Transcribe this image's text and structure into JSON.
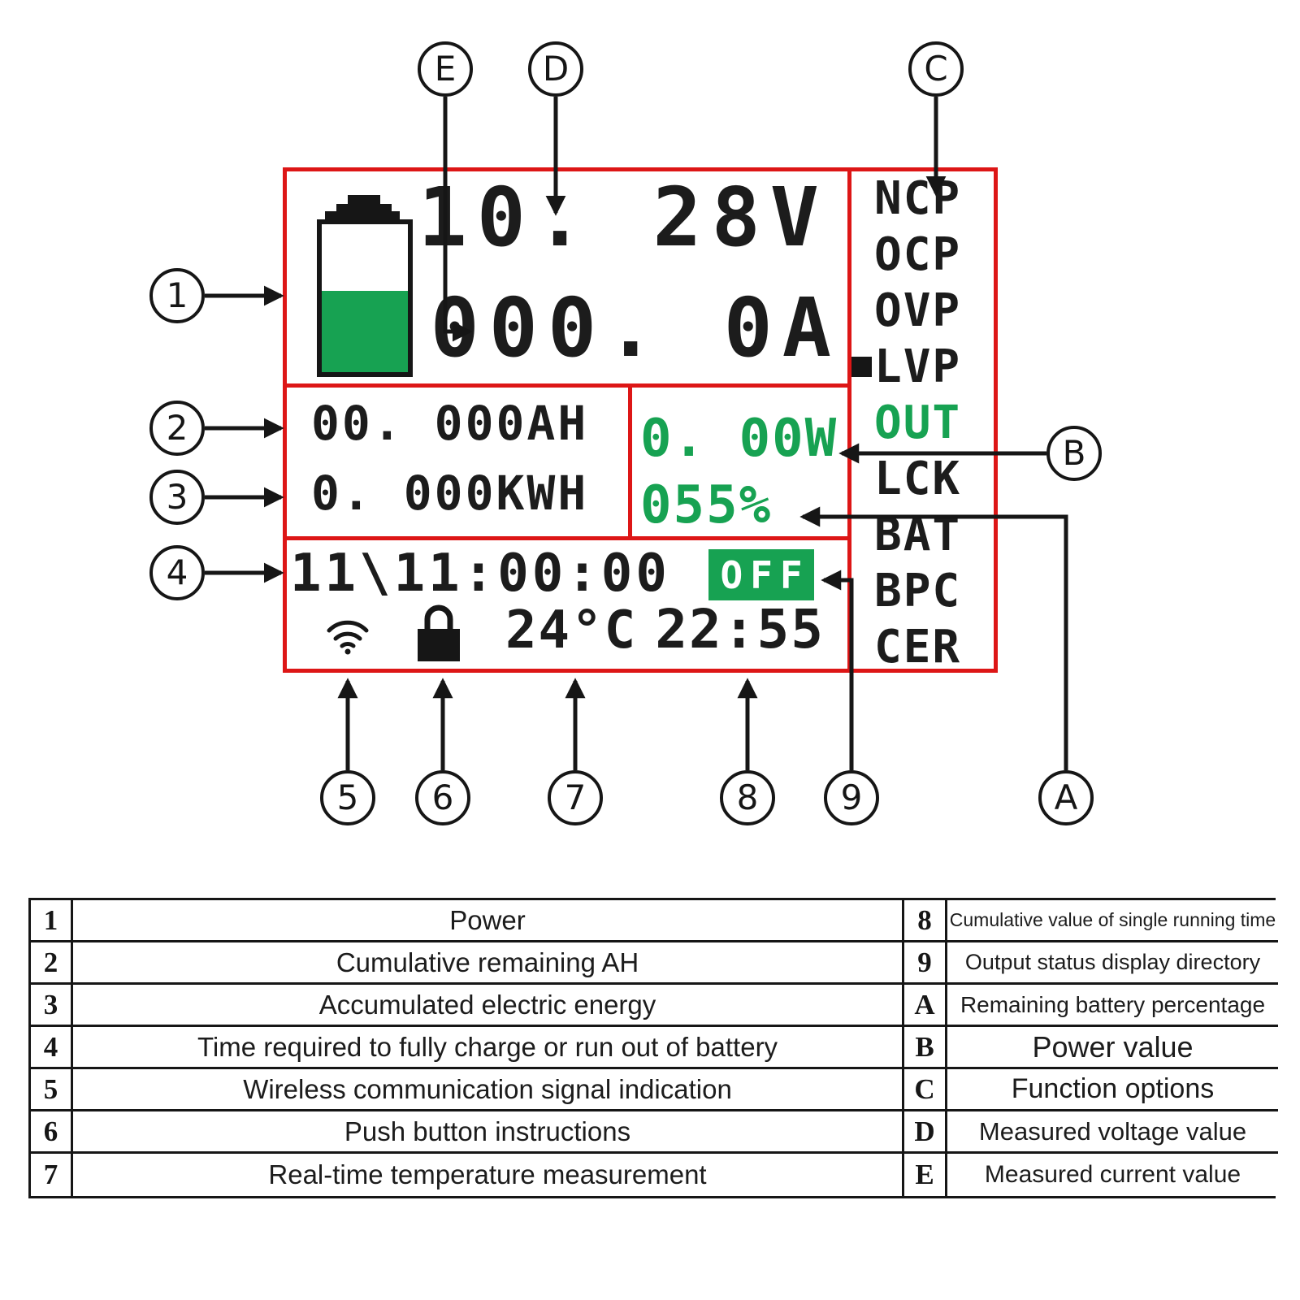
{
  "display": {
    "voltage": "10. 28V",
    "current": "000. 0A",
    "amp_hours": "00. 000AH",
    "energy": "0. 000KWH",
    "power": "0. 00W",
    "battery_percent": "055%",
    "battery_level": 55,
    "runtime": "11\\11:00:00",
    "output_state": "OFF",
    "temperature": "24°C",
    "clock": "22:55",
    "function_options": [
      "NCP",
      "OCP",
      "OVP",
      "LVP",
      "OUT",
      "LCK",
      "BAT",
      "BPC",
      "CER"
    ],
    "marked_option": "LVP",
    "active_option": "OUT",
    "icons": [
      "battery-icon",
      "wifi-icon",
      "lock-icon"
    ]
  },
  "callouts": {
    "n1": "1",
    "n2": "2",
    "n3": "3",
    "n4": "4",
    "n5": "5",
    "n6": "6",
    "n7": "7",
    "n8": "8",
    "n9": "9",
    "a": "A",
    "b": "B",
    "c": "C",
    "d": "D",
    "e": "E"
  },
  "legend": {
    "left": [
      {
        "key": "1",
        "desc": "Power"
      },
      {
        "key": "2",
        "desc": "Cumulative remaining AH"
      },
      {
        "key": "3",
        "desc": "Accumulated electric energy"
      },
      {
        "key": "4",
        "desc": "Time required to fully charge or run out of battery"
      },
      {
        "key": "5",
        "desc": "Wireless communication signal indication"
      },
      {
        "key": "6",
        "desc": "Push button instructions"
      },
      {
        "key": "7",
        "desc": "Real-time temperature measurement"
      }
    ],
    "right": [
      {
        "key": "8",
        "desc": "Cumulative value of single running time"
      },
      {
        "key": "9",
        "desc": "Output status display directory"
      },
      {
        "key": "A",
        "desc": "Remaining battery percentage"
      },
      {
        "key": "B",
        "desc": "Power value"
      },
      {
        "key": "C",
        "desc": "Function options"
      },
      {
        "key": "D",
        "desc": "Measured voltage value"
      },
      {
        "key": "E",
        "desc": "Measured current value"
      }
    ]
  },
  "colors": {
    "frame_red": "#dd1616",
    "green": "#17a252",
    "ink": "#161616"
  }
}
